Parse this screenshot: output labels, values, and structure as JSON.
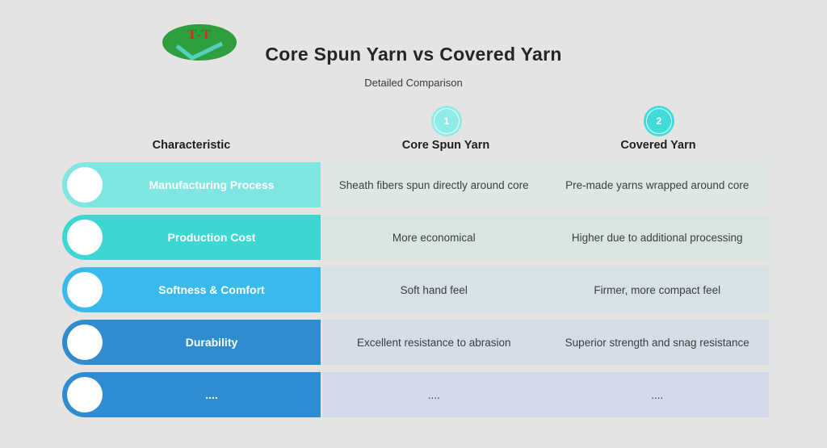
{
  "page": {
    "background": "#e5e4e2"
  },
  "logo": {
    "monogram": "T-T",
    "monogram_color": "#e2261c",
    "ellipse_color": "#2f9e3f",
    "check_color": "#54d0bd"
  },
  "header": {
    "title": "Core Spun Yarn vs Covered Yarn",
    "subtitle": "Detailed Comparison"
  },
  "columns": {
    "characteristic_label": "Characteristic",
    "core_spun": {
      "number": "1",
      "label": "Core Spun Yarn",
      "badge_color": "#8debe8"
    },
    "covered": {
      "number": "2",
      "label": "Covered Yarn",
      "badge_color": "#40dcd8"
    }
  },
  "rows": [
    {
      "characteristic": "Manufacturing Process",
      "pill_color": "#7fe6e2",
      "cell_color": "#dde8e6",
      "core_spun": "Sheath fibers spun directly around core",
      "covered": "Pre-made yarns wrapped around core"
    },
    {
      "characteristic": "Production Cost",
      "pill_color": "#3cd7d2",
      "cell_color": "#d9e5e3",
      "core_spun": "More economical",
      "covered": "Higher due to additional processing"
    },
    {
      "characteristic": "Softness & Comfort",
      "pill_color": "#39baec",
      "cell_color": "#d6e1e8",
      "core_spun": "Soft hand feel",
      "covered": "Firmer, more compact feel"
    },
    {
      "characteristic": "Durability",
      "pill_color": "#2e8ccf",
      "cell_color": "#d4dde8",
      "core_spun": "Excellent resistance to abrasion",
      "covered": "Superior strength and snag resistance"
    },
    {
      "characteristic": "....",
      "pill_color": "#2e8dd0",
      "cell_color": "#d2dbe7",
      "core_spun": "....",
      "covered": "...."
    }
  ],
  "chart_data": {
    "type": "table",
    "title": "Core Spun Yarn vs Covered Yarn",
    "subtitle": "Detailed Comparison",
    "columns": [
      "Characteristic",
      "Core Spun Yarn",
      "Covered Yarn"
    ],
    "rows": [
      [
        "Manufacturing Process",
        "Sheath fibers spun directly around core",
        "Pre-made yarns wrapped around core"
      ],
      [
        "Production Cost",
        "More economical",
        "Higher due to additional processing"
      ],
      [
        "Softness & Comfort",
        "Soft hand feel",
        "Firmer, more compact feel"
      ],
      [
        "Durability",
        "Excellent resistance to abrasion",
        "Superior strength and snag resistance"
      ],
      [
        "....",
        "....",
        "...."
      ]
    ]
  }
}
